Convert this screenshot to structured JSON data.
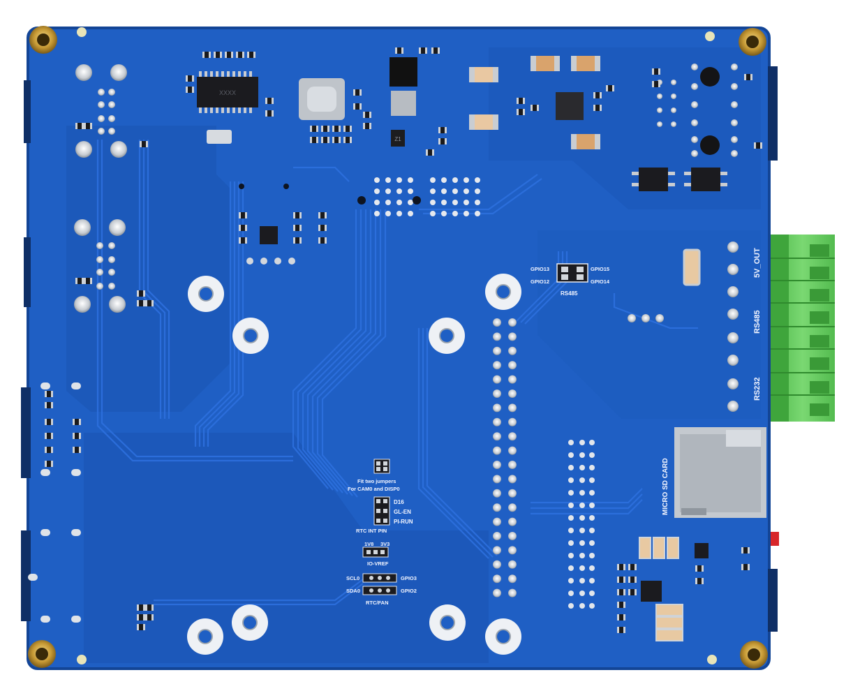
{
  "silkscreen": {
    "rs485_top": {
      "gpio13": "GPIO13",
      "gpio15": "GPIO15",
      "gpio12": "GPIO12",
      "gpio14": "GPIO14",
      "title": "RS485"
    },
    "terminal": {
      "out": "5V_OUT",
      "rs485": "RS485",
      "rs232": "RS232"
    },
    "sdcard": "MICRO SD CARD",
    "jumpers": {
      "line1": "Fit two jumpers",
      "line2": "For CAM0 and DISP0",
      "d16": "D16",
      "glen": "GL-EN",
      "pirun": "PI-RUN",
      "rtcint": "RTC INT PIN",
      "v18": "1V8",
      "v33": "3V3",
      "ioref": "IO-VREF",
      "scl0": "SCL0",
      "gpio3": "GPIO3",
      "sda0": "SDA0",
      "gpio2": "GPIO2",
      "rtcfan": "RTC/FAN"
    },
    "ic_marks": {
      "u1": "XXXX",
      "q1": "Z1"
    }
  },
  "colors": {
    "pcb": "#1f5fc4",
    "pcb_dark": "#174ea6",
    "trace": "#2a6bd6",
    "terminal": "#5ec85a",
    "gold": "#c9a640",
    "silver": "#cfd3d8"
  }
}
